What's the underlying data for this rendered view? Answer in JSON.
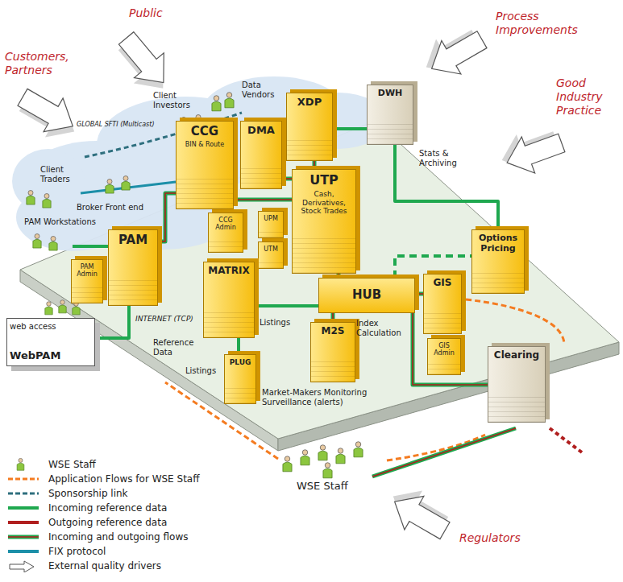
{
  "diagram": {
    "nodes": [
      {
        "text": [
          "PAM"
        ]
      },
      {
        "text": [
          "PAM Admin"
        ]
      },
      {
        "text": [
          "CCG",
          "BIN & Route"
        ]
      },
      {
        "text": [
          "CCG Admin"
        ]
      },
      {
        "text": [
          "DMA"
        ]
      },
      {
        "text": [
          "XDP"
        ]
      },
      {
        "text": [
          "DWH"
        ]
      },
      {
        "text": [
          "UTP",
          "Cash, Derivatives, Stock Trades"
        ]
      },
      {
        "text": [
          "UPM"
        ]
      },
      {
        "text": [
          "UTM"
        ]
      },
      {
        "text": [
          "MATRIX"
        ]
      },
      {
        "text": [
          "HUB"
        ]
      },
      {
        "text": [
          "GIS"
        ]
      },
      {
        "text": [
          "GIS Admin"
        ]
      },
      {
        "text": [
          "Options Pricing"
        ]
      },
      {
        "text": [
          "M2S"
        ]
      },
      {
        "text": [
          "PLUG"
        ]
      },
      {
        "text": [
          "Clearing"
        ]
      },
      {
        "text": [
          "web access",
          "WebPAM"
        ]
      }
    ],
    "edges": [
      {
        "from": 0,
        "to": 2,
        "arrow": "none"
      },
      {
        "from": 2,
        "to": 7,
        "arrow": "none"
      },
      {
        "from": 4,
        "to": 7,
        "arrow": "none"
      },
      {
        "from": 5,
        "to": 7,
        "arrow": "none"
      },
      {
        "from": 5,
        "to": 6,
        "arrow": "none"
      },
      {
        "from": 7,
        "to": 11,
        "arrow": "none"
      },
      {
        "from": 10,
        "to": 11,
        "arrow": "none"
      },
      {
        "from": 11,
        "to": 12,
        "arrow": "none"
      },
      {
        "from": 11,
        "to": 14,
        "arrow": "none"
      },
      {
        "from": 11,
        "to": 17,
        "arrow": "none"
      },
      {
        "from": 11,
        "to": 15,
        "arrow": "none"
      },
      {
        "from": 10,
        "to": 16,
        "arrow": "none"
      },
      {
        "from": 0,
        "to": 18,
        "arrow": "none"
      },
      {
        "from": 6,
        "to": 14,
        "arrow": "none"
      }
    ],
    "labels": [
      "Public",
      "Customers, Partners",
      "Process Improvements",
      "Good Industry Practice",
      "GLOBAL SFTI (Multicast)",
      "Client Investors",
      "Data Vendors",
      "Client Traders",
      "Broker Front end",
      "PAM Workstations",
      "INTERNET (TCP)",
      "Stats & Archiving",
      "Reference Data",
      "Listings",
      "Listings",
      "Market-Makers Monitoring Surveillance (alerts)",
      "Index Calculation",
      "WSE Staff",
      "Regulators"
    ],
    "legend": [
      {
        "text": "WSE Staff"
      },
      {
        "text": "Application Flows for WSE Staff"
      },
      {
        "text": "Sponsorship link"
      },
      {
        "text": "Incoming reference data"
      },
      {
        "text": "Outgoing reference data"
      },
      {
        "text": "Incoming and outgoing flows"
      },
      {
        "text": "FIX protocol"
      },
      {
        "text": "External quality drivers"
      }
    ]
  }
}
